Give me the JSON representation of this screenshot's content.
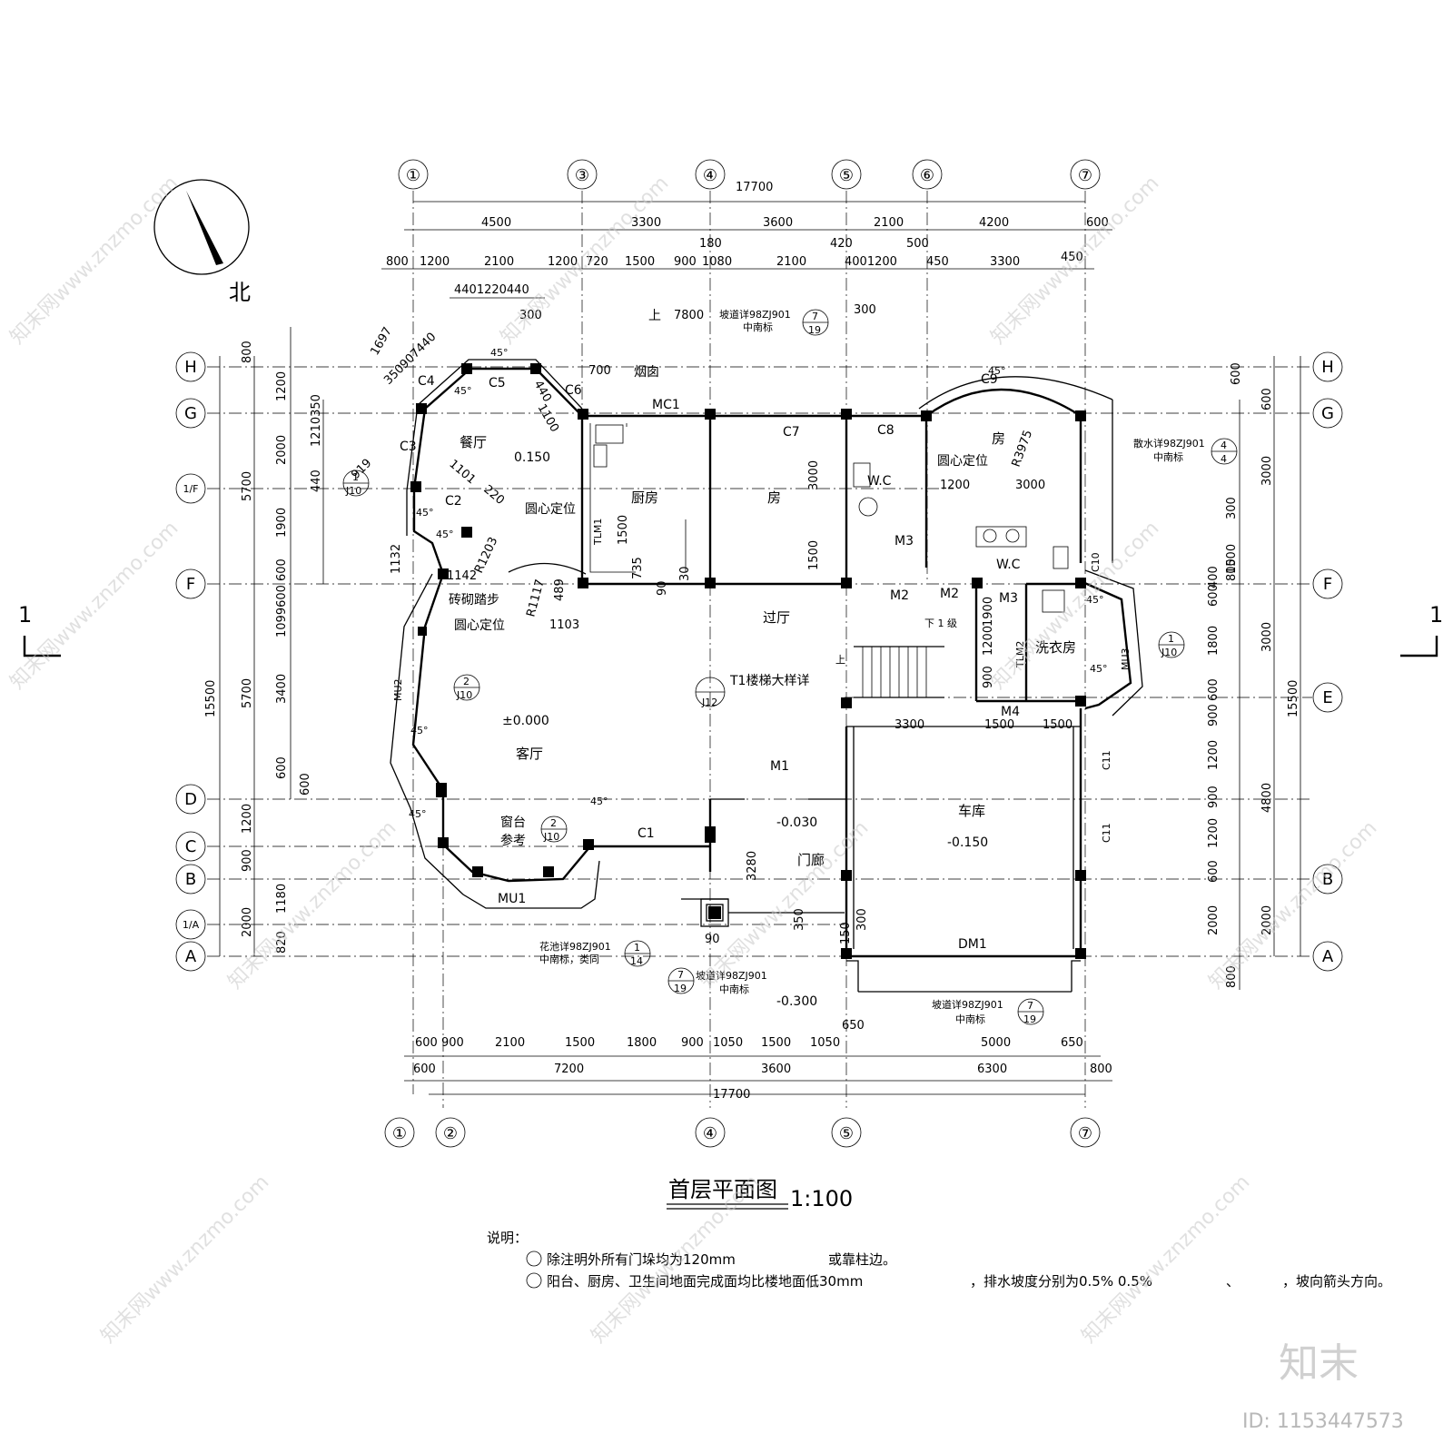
{
  "drawing": {
    "title": "首层平面图",
    "scale": "1:100",
    "north_label": "北",
    "section_mark": "1"
  },
  "axes": {
    "top": [
      "①",
      "③",
      "④",
      "⑤",
      "⑥",
      "⑦"
    ],
    "bottom": [
      "①",
      "②",
      "④",
      "⑤",
      "⑦"
    ],
    "left_right": [
      "H",
      "G",
      "1/F",
      "F",
      "E",
      "D",
      "C",
      "B",
      "1/A",
      "A"
    ]
  },
  "dims": {
    "top_total": "17700",
    "top_row1": [
      "4500",
      "3300",
      "3600",
      "2100",
      "4200",
      "600"
    ],
    "top_row2a": [
      "180",
      "420",
      "500"
    ],
    "top_row2": [
      "800",
      "1200",
      "2100",
      "1200",
      "720",
      "1500",
      "900",
      "1080",
      "2100",
      "4001200",
      "450",
      "3300",
      "450"
    ],
    "top_row3": [
      "4401220440"
    ],
    "top_misc": [
      "300",
      "7800",
      "300",
      "700"
    ],
    "bottom_row1": [
      "600",
      "900",
      "2100",
      "1500",
      "1800",
      "900",
      "1050",
      "1500",
      "1050",
      "650",
      "5000",
      "650"
    ],
    "bottom_row2": [
      "600",
      "7200",
      "3600",
      "6300",
      "800"
    ],
    "bottom_total": "17700",
    "left_outer": [
      "15500"
    ],
    "left_mid": [
      "800",
      "1200",
      "5700",
      "2000",
      "1900",
      "600",
      "5700",
      "3400",
      "600",
      "1200",
      "900",
      "2000",
      "820"
    ],
    "left_inner": [
      "1210350",
      "440",
      "1099600",
      "1132",
      "600",
      "1180"
    ],
    "right_outer": [
      "15500"
    ],
    "right_mid": [
      "600",
      "3000",
      "3000",
      "4800",
      "2000",
      "800"
    ],
    "right_inner": [
      "600",
      "300",
      "1500",
      "800",
      "400",
      "600",
      "1800",
      "600",
      "900",
      "1200",
      "900",
      "1200",
      "600",
      "2000"
    ],
    "interior": [
      "3000",
      "1500",
      "1200",
      "3000",
      "3300",
      "1500",
      "1500",
      "1900",
      "1200",
      "900",
      "1500",
      "735",
      "30",
      "90",
      "1142",
      "1103",
      "489",
      "3280",
      "90",
      "350",
      "300",
      "150",
      "R1117",
      "R1203",
      "R3975",
      "1697",
      "350907440",
      "1100",
      "440",
      "1101",
      "220",
      "919",
      "45°",
      "45°",
      "45°",
      "45°",
      "45°",
      "45°",
      "45°",
      "45°",
      "45°",
      "45°"
    ]
  },
  "rooms": {
    "dining": "餐厅",
    "kitchen": "厨房",
    "room1": "房",
    "room2": "房",
    "hall": "过厅",
    "living": "客厅",
    "garage": "车库",
    "laundry": "洗衣房",
    "porch": "门廊",
    "wc1": "W.C",
    "wc2": "W.C",
    "chimney": "烟囱"
  },
  "labels": {
    "elev_dining": "0.150",
    "elev_living": "±0.000",
    "elev_porch": "-0.030",
    "elev_garage": "-0.150",
    "elev_outside": "-0.300",
    "up": "上",
    "up2": "上",
    "down": "下 1 级",
    "brick_steps": "砖砌踏步",
    "circle_center1": "圆心定位",
    "circle_center2": "圆心定位",
    "circle_center3": "圆心定位",
    "stair_detail": "T1楼梯大样详",
    "stair_ref": "J12",
    "sill": "窗台",
    "sill_ref": "参考",
    "ramp1": "坡道详98ZJ901",
    "ramp1b": "中南标",
    "ramp2": "坡道详98ZJ901",
    "ramp2b": "中南标",
    "ramp3": "坡道详98ZJ901",
    "ramp3b": "中南标",
    "apron": "散水详98ZJ901",
    "apronb": "中南标",
    "planter": "花池详98ZJ901",
    "planterb": "中南标，类同",
    "ref_7": "7",
    "ref_19": "19",
    "ref_4": "4",
    "ref_1": "1",
    "ref_14": "14",
    "ref_2": "2",
    "ref_J10": "J10"
  },
  "openings": [
    "C4",
    "C5",
    "C6",
    "MC1",
    "C7",
    "C8",
    "C9",
    "C3",
    "C2",
    "TLM1",
    "M3",
    "M2",
    "M2",
    "M3",
    "M4",
    "C10",
    "TLM2",
    "MU3",
    "MU2",
    "M1",
    "C1",
    "MU1",
    "C11",
    "C11",
    "DM1"
  ],
  "notes": {
    "heading": "说明：",
    "n1_a": "除注明外所有门垛均为120mm",
    "n1_b": "或靠柱边。",
    "n2_a": "阳台、厨房、卫生间地面完成面均比楼地面低30mm",
    "n2_b": "，排水坡度分别为0.5% 0.5%",
    "n2_c": "、",
    "n2_d": "，坡向箭头方向。"
  },
  "watermark": {
    "text": "知末网www.znzmo.com",
    "brand": "知末",
    "id": "ID: 1153447573"
  }
}
